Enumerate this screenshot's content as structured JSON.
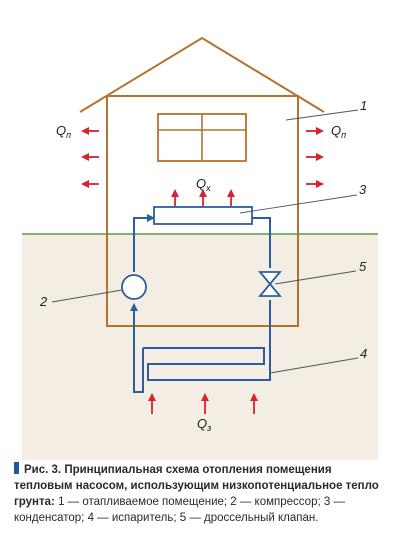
{
  "diagram": {
    "labels": {
      "room": "1",
      "compressor": "2",
      "condenser": "3",
      "evaporator": "4",
      "valve": "5",
      "q_loss_left": "Q",
      "q_loss_left_sub": "п",
      "q_loss_right": "Q",
      "q_loss_right_sub": "п",
      "q_x": "Q",
      "q_x_sub": "x",
      "q_ground": "Q",
      "q_ground_sub": "з"
    },
    "colors": {
      "sky": "#ffffff",
      "ground": "#f3ede4",
      "ground_line": "#5e9a3a",
      "house": "#b4722e",
      "pipe": "#2a5f9e",
      "arrow": "#d8222e",
      "leader": "#555555"
    }
  },
  "caption": {
    "prefix": "Рис. 3.",
    "title": " Принципиальная схема отопления помещения тепловым насосом, использующим низкопотенциальное тепло грунта:",
    "legend": " 1 — отапливаемое помещение; 2 — компрессор; 3 — конденсатор; 4 — испаритель; 5 — дроссельный клапан."
  }
}
